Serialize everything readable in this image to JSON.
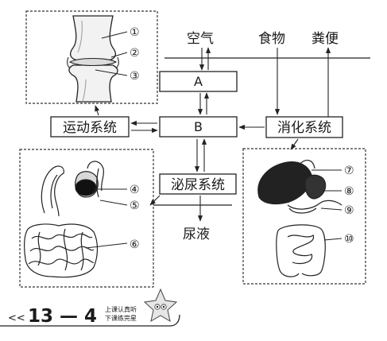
{
  "labels": {
    "air": "空气",
    "food": "食物",
    "feces": "粪便",
    "box_a": "A",
    "box_b": "B",
    "motor_system": "运动系统",
    "digestive_system": "消化系统",
    "urinary_system": "泌尿系统",
    "urine": "尿液"
  },
  "markers": [
    "①",
    "②",
    "③",
    "④",
    "⑤",
    "⑥",
    "⑦",
    "⑧",
    "⑨",
    "⑩"
  ],
  "footer": {
    "prefix": "<<",
    "page": "13 — 4",
    "slogan_line1": "上课认真听",
    "slogan_line2": "下课练完星"
  }
}
